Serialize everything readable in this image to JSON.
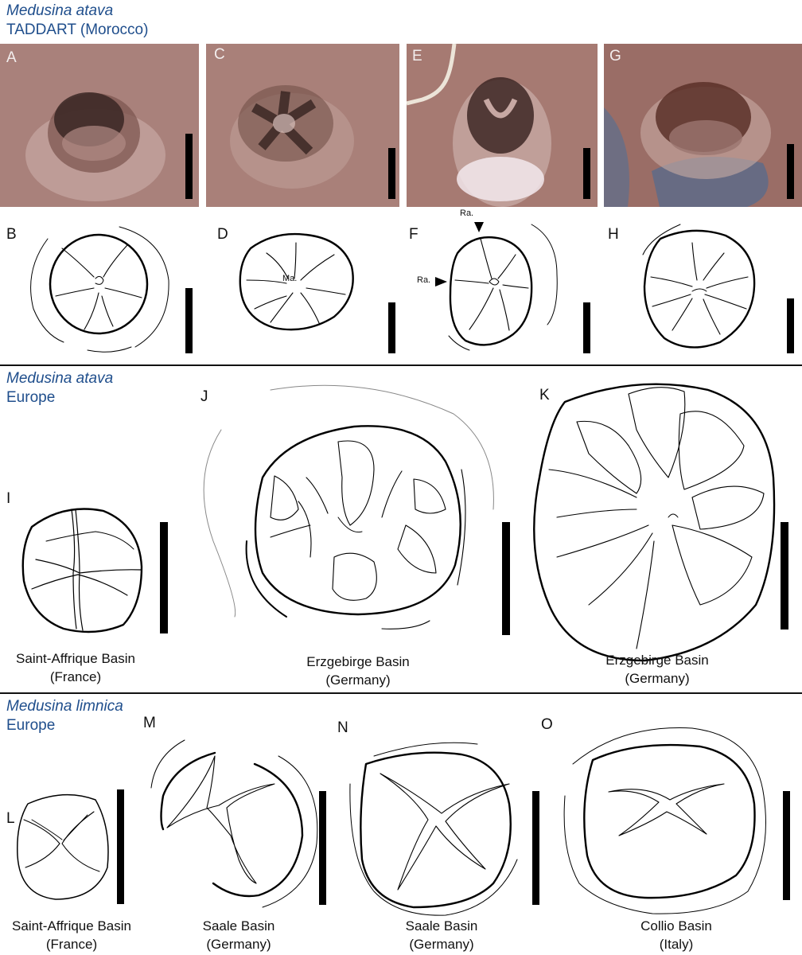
{
  "sections": [
    {
      "species": "Medusina atava",
      "region": "TADDART (Morocco)"
    },
    {
      "species": "Medusina atava",
      "region": "Europe"
    },
    {
      "species": "Medusina limnica",
      "region": "Europe"
    }
  ],
  "panels": [
    "A",
    "B",
    "C",
    "D",
    "E",
    "F",
    "G",
    "H",
    "I",
    "J",
    "K",
    "L",
    "M",
    "N",
    "O"
  ],
  "annotations": {
    "margin": "Ma.",
    "radial_top": "Ra.",
    "radial_left": "Ra."
  },
  "captions": {
    "I": {
      "line1": "Saint-Affrique Basin",
      "line2": "(France)"
    },
    "J": {
      "line1": "Erzgebirge Basin",
      "line2": "(Germany)"
    },
    "K": {
      "line1": "Erzgebirge Basin",
      "line2": "(Germany)"
    },
    "L": {
      "line1": "Saint-Affrique Basin",
      "line2": "(France)"
    },
    "M": {
      "line1": "Saale Basin",
      "line2": "(Germany)"
    },
    "N": {
      "line1": "Saale Basin",
      "line2": "(Germany)"
    },
    "O": {
      "line1": "Collio Basin",
      "line2": "(Italy)"
    }
  },
  "colors": {
    "heading": "#1f4e8c",
    "photo_bg": "#a87a72",
    "ink": "#000000"
  }
}
